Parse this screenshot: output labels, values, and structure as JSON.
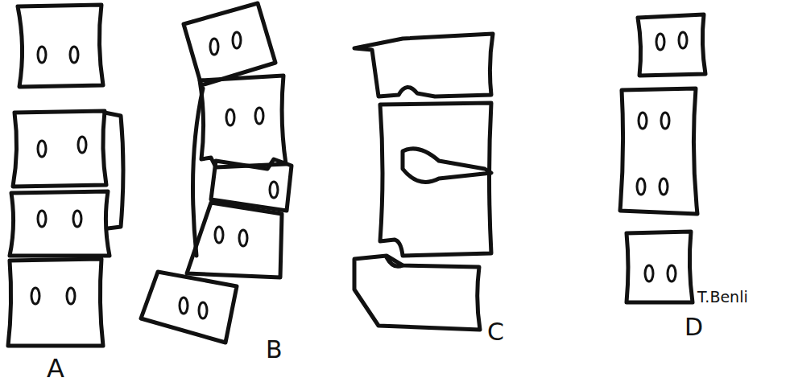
{
  "diagram": {
    "labels": [
      "A",
      "B",
      "C",
      "D",
      "T.Benli"
    ]
  }
}
